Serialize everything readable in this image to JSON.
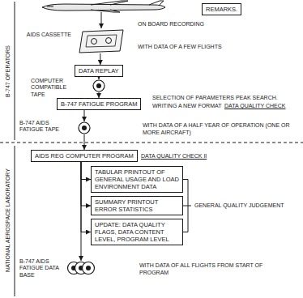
{
  "diagram": {
    "nodes": [
      {
        "text": [
          "REMARKS."
        ]
      },
      {
        "text": [
          "AIDS CASSETTE"
        ]
      },
      {
        "text": [
          "DATA REPLAY"
        ]
      },
      {
        "text": [
          "COMPUTER COMPATIBLE TAPE"
        ]
      },
      {
        "text": [
          "B-747 FATIGUE PROGRAM"
        ]
      },
      {
        "text": [
          "B-747 AIDS FATIGUE TAPE"
        ]
      },
      {
        "text": [
          "AIDS REG COMPUTER PROGRAM"
        ]
      },
      {
        "text": [
          "TABULAR PRINTOUT OF GENERAL USAGE AND LOAD ENVIRONMENT DATA"
        ]
      },
      {
        "text": [
          "SUMMARY PRINTOUT ERROR STATISTICS"
        ]
      },
      {
        "text": [
          "UPDATE: DATA QUALITY FLAGS, DATA CONTENT LEVEL, PROGRAM LEVEL"
        ]
      },
      {
        "text": [
          "B-747 AIDS FATIGUE DATA BASE"
        ]
      }
    ],
    "edges": [
      {
        "from": 1,
        "to": 2,
        "arrow": "to"
      },
      {
        "from": 2,
        "to": 3,
        "arrow": "to"
      },
      {
        "from": 3,
        "to": 4,
        "arrow": "to"
      },
      {
        "from": 4,
        "to": 5,
        "arrow": "to"
      },
      {
        "from": 5,
        "to": 6,
        "arrow": "to"
      },
      {
        "from": 6,
        "to": 7,
        "arrow": "to"
      },
      {
        "from": 6,
        "to": 8,
        "arrow": "to"
      },
      {
        "from": 6,
        "to": 9,
        "arrow": "to"
      },
      {
        "from": 6,
        "to": 10,
        "arrow": "to"
      }
    ],
    "labels": [
      "ON BOARD RECORDING",
      "WITH DATA OF A FEW FLIGHTS",
      "SELECTION OF PARAMETERS PEAK SEARCH.",
      "WRITING A NEW FORMAT",
      "DATA QUALITY CHECK",
      "WITH DATA OF A HALF YEAR OF OPERATION (ONE OR MORE AIRCRAFT)",
      "DATA QUALITY CHECK II",
      "GENERAL QUALITY JUDGEMENT",
      "WITH DATA OF ALL FLIGHTS FROM START OF PROGRAM",
      "B-747 OPERATORS",
      "NATIONAL AEROSPACE LABORATORY"
    ]
  }
}
